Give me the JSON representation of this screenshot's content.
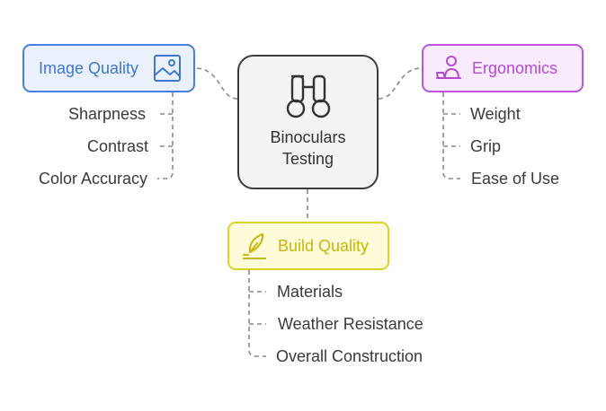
{
  "center": {
    "title": "Binoculars\nTesting",
    "icon": "binoculars-icon"
  },
  "categories": {
    "image_quality": {
      "label": "Image Quality",
      "icon": "image-icon",
      "color": "#4a7fd6",
      "items": [
        "Sharpness",
        "Contrast",
        "Color Accuracy"
      ]
    },
    "ergonomics": {
      "label": "Ergonomics",
      "icon": "user-laptop-icon",
      "color": "#c055dd",
      "items": [
        "Weight",
        "Grip",
        "Ease of Use"
      ]
    },
    "build_quality": {
      "label": "Build Quality",
      "icon": "pen-writing-icon",
      "color": "#ddd12a",
      "items": [
        "Materials",
        "Weather Resistance",
        "Overall Construction"
      ]
    }
  }
}
